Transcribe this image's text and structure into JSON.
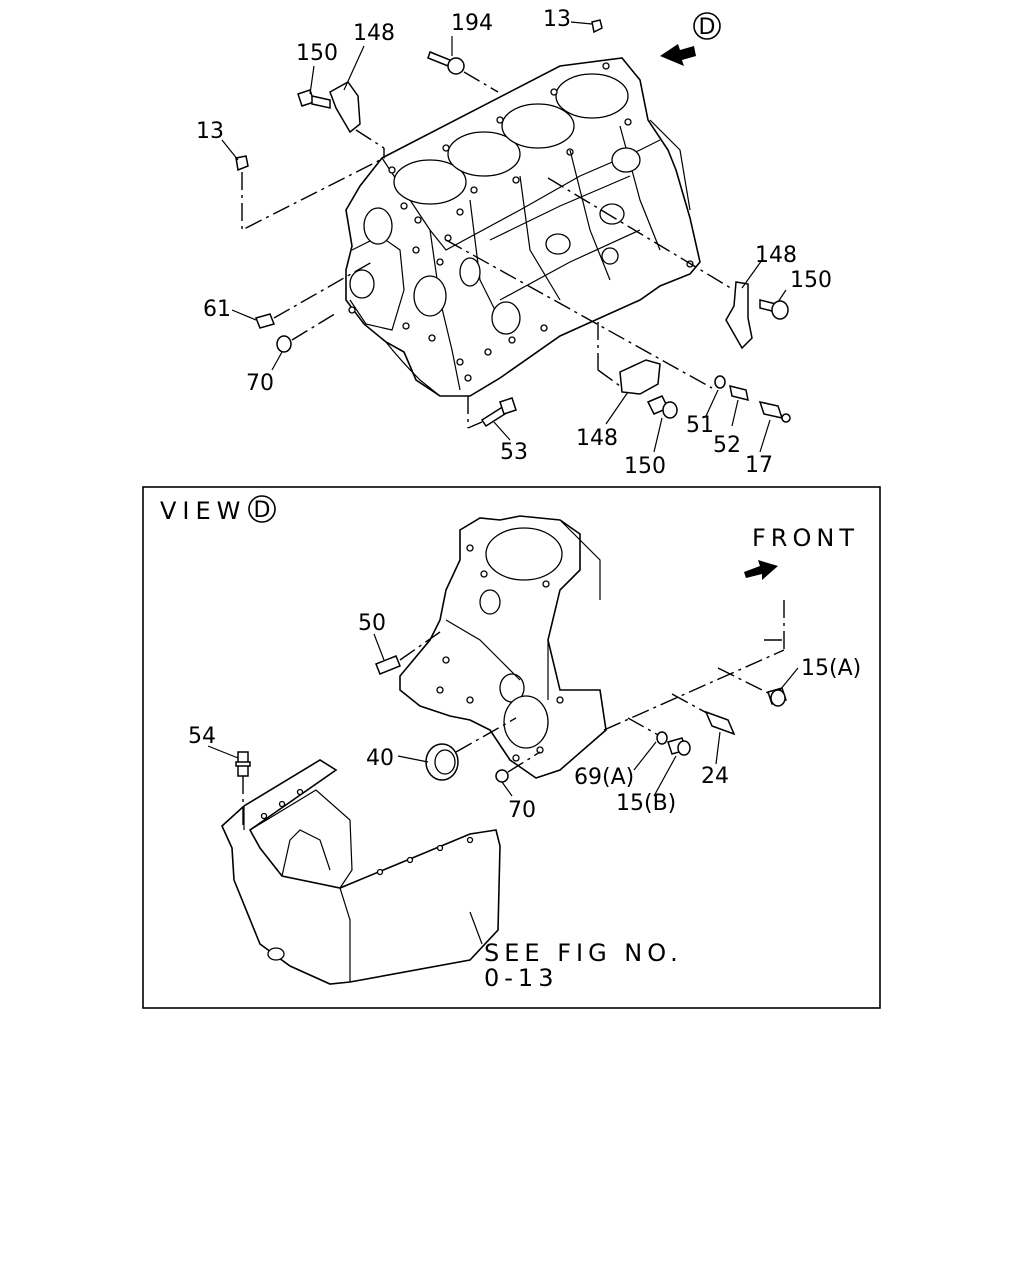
{
  "top_view": {
    "view_marker": "D",
    "callouts": {
      "c194": "194",
      "c13_top": "13",
      "c148_top": "148",
      "c150_top": "150",
      "c13_left": "13",
      "c61": "61",
      "c70": "70",
      "c148_right": "148",
      "c150_right": "150",
      "c53": "53",
      "c148_bottom": "148",
      "c150_bottom": "150",
      "c51": "51",
      "c52": "52",
      "c17": "17"
    }
  },
  "view_d": {
    "title": "VIEW",
    "marker": "D",
    "front_label": "FRONT",
    "callouts": {
      "c50": "50",
      "c15a": "15(A)",
      "c54": "54",
      "c40": "40",
      "c69a": "69(A)",
      "c24": "24",
      "c15b": "15(B)",
      "c70": "70"
    },
    "reference_line1": "SEE FIG NO.",
    "reference_line2": "0-13"
  }
}
